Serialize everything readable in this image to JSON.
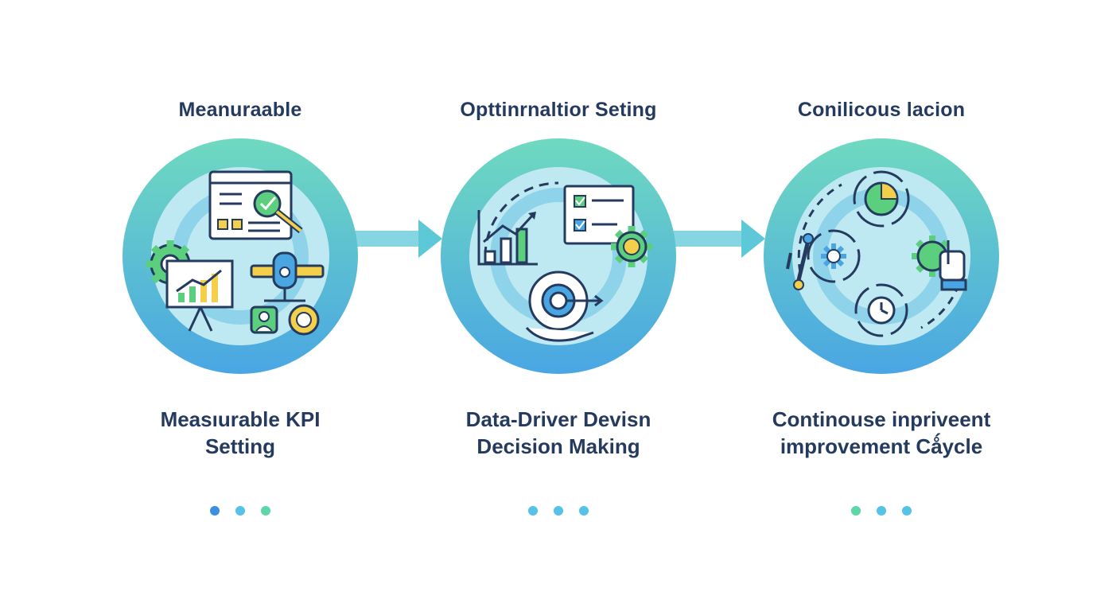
{
  "steps": [
    {
      "title": "Meanuraable",
      "caption_line1": "Measıurable KPI",
      "caption_line2": "Setting",
      "dot_colors": [
        "#3d8fe0",
        "#56c3e6",
        "#5dd6a8"
      ]
    },
    {
      "title": "Opttinrnaltior Seting",
      "caption_line1": "Data-Driver Devisn",
      "caption_line2": "Decision Making",
      "dot_colors": [
        "#56c3e6",
        "#56c3e6",
        "#56c3e6"
      ]
    },
    {
      "title": "Conilicous lacion",
      "caption_line1": "Continouse inprivеent",
      "caption_line2": "improvement Cǻycle",
      "dot_colors": [
        "#5dd6a8",
        "#56c3e6",
        "#56c3e6"
      ]
    }
  ],
  "colors": {
    "text": "#243a5e",
    "circle_outer_top": "#6fd9c0",
    "circle_outer_bottom": "#4aa6e3",
    "arrow": "#5cc8d8",
    "icon_stroke": "#243a5e",
    "icon_green": "#5ccf7e",
    "icon_yellow": "#f3cf4a",
    "icon_blue": "#4aa6e3"
  },
  "icons": {
    "step1": [
      "dashboard-checklist-icon",
      "gear-icon",
      "presentation-chart-icon",
      "person-target-icon"
    ],
    "step2": [
      "growth-chart-icon",
      "checklist-icon",
      "gear-icon",
      "hand-target-icon"
    ],
    "step3": [
      "pie-cycle-icon",
      "gear-cycle-icon",
      "gear-hand-icon",
      "clock-cycle-icon",
      "tool-icon"
    ]
  }
}
